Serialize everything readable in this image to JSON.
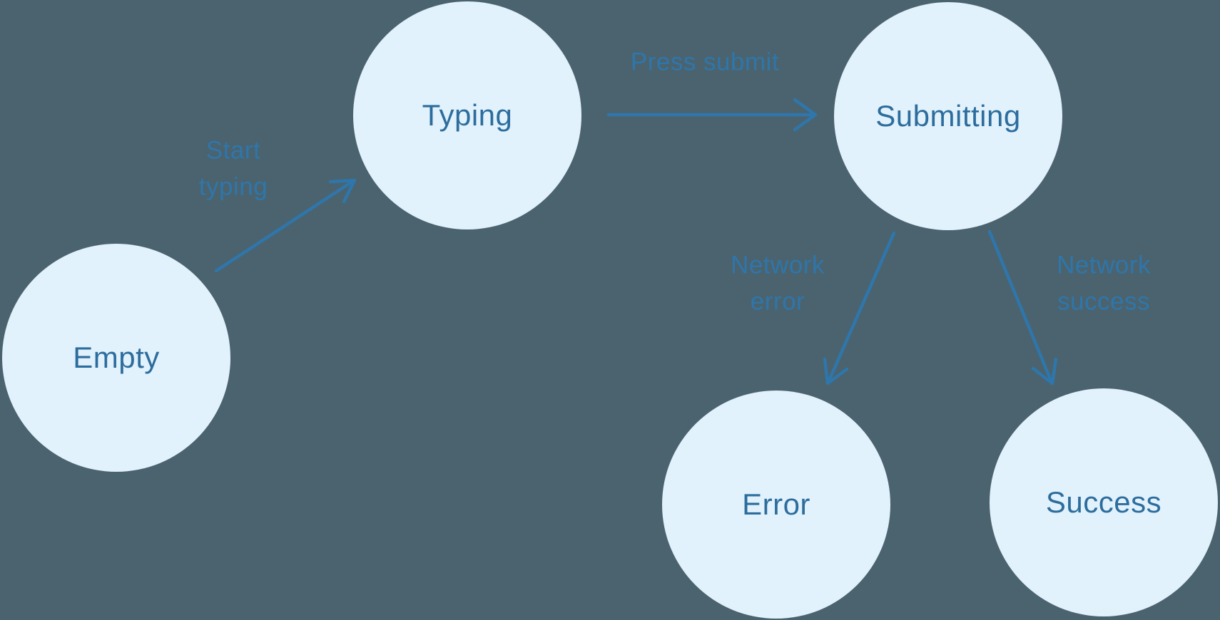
{
  "colors": {
    "background": "#4b636e",
    "node_fill": "#e1f2fc",
    "node_text": "#2d6d9d",
    "edge_and_label": "#2e76ab"
  },
  "diagram": {
    "type": "state-machine",
    "states": [
      {
        "id": "empty",
        "label": "Empty"
      },
      {
        "id": "typing",
        "label": "Typing"
      },
      {
        "id": "submitting",
        "label": "Submitting"
      },
      {
        "id": "error",
        "label": "Error"
      },
      {
        "id": "success",
        "label": "Success"
      }
    ],
    "transitions": [
      {
        "from": "Empty",
        "to": "Typing",
        "label": "Start typing",
        "label_display": "Start\ntyping"
      },
      {
        "from": "Typing",
        "to": "Submitting",
        "label": "Press submit",
        "label_display": "Press submit"
      },
      {
        "from": "Submitting",
        "to": "Error",
        "label": "Network error",
        "label_display": "Network\nerror"
      },
      {
        "from": "Submitting",
        "to": "Success",
        "label": "Network success",
        "label_display": "Network\nsuccess"
      }
    ]
  }
}
